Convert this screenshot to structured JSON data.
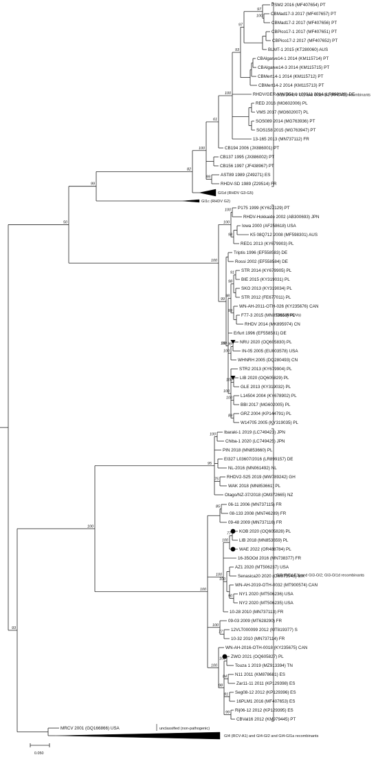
{
  "leaves": [
    "PSM2 2016 (MF407654) PT",
    "CBMad17-3 2017 (MF407657) PT",
    "CBMad17-2 2017 (MF407656) PT",
    "CBPico17-1 2017 (MF407651) PT",
    "CBPico17-2 2017 (MF407652) PT",
    "BLMT-1 2015 (KT280060) AUS",
    "CBAlgarve14-1 2014 (KM115714) PT",
    "CBAlgarve14-3 2014 (KM115715) PT",
    "CBMert14-1 2014 (KM115712) PT",
    "CBMert14-2 2014 (KM115713) PT",
    "RHDV/GER-NW/D51-1 L00911 2014 (LR899189) DE",
    "RED 2016 (MG602006) PL",
    "VMS 2017 (MG602007) PL",
    "SOS089 2014 (MG763936) PT",
    "SOS158 2015 (MG763947) PT",
    "13-165 2013 (MN737112) FR",
    "CB194 2006 (JX886001) PT",
    "CB137 1995 (JX886002) PT",
    "CB156 1997 (JF438967) PT",
    "AST89 1989 (Z49271) ES",
    "RHDV-SD 1989 (Z29514) FR",
    "P175 1999 (KY622129) PT",
    "RHDV-Hokkaido 2002 (AB300693) JPN",
    "Iowa 2000 (AF258618) USA",
    "K5 08Q712 2008 (MF598301) AUS",
    "RED1 2013 (KY679903) PL",
    "Triptis 1996 (EF558583) DE",
    "Rossi 2002 (EF558584) DE",
    "STR 2014 (KY679905) PL",
    "BIE 2015 (KY319031) PL",
    "SKO 2013 (KY319034) PL",
    "STR 2012 (FE677011) PL",
    "WN-AH-2011-OTH-026 (KY235676) CAN",
    "F77-3 2015 (MN853658) PL",
    "RHDV 2014 (MK895974) CN",
    "Erfurt 1996 (EF558581) DE",
    "NRU 2020 (OQ605830) PL",
    "IN-05 2005 (EU003578) USA",
    "WHNRH 2005 (DQ280493) CN",
    "STR2 2013 (KY679904) PL",
    "LIB 2020 (OQ605829) PL",
    "GLE 2013 (KY319032) PL",
    "L14504 2004 (KY678902) PL",
    "BBI 2017 (MG602005) PL",
    "GRZ 2004 (KP144791) PL",
    "W14705 2005 (KY319035) PL",
    "Ibaraki-1 2019 (LC749423) JPN",
    "Chiba-1 2020 (LC749425) JPN",
    "PIN 2018 (MN853660) PL",
    "EI327 L03607/2016 (LR899157) DE",
    "NL-2016 (MN061492) NL",
    "RHDV2-S25 2019 (MW789242) GH",
    "WAK 2018 (MN853661) PL",
    "Otago/NZ-37/2018 (OM372665) NZ",
    "06-11 2006 (MN737115) FR",
    "08-133 2008 (MN746289) FR",
    "09-48 2009 (MN737116) FR",
    "KOB 2020 (OQ605828) PL",
    "LIB 2018 (MN853659) PL",
    "WAE 2022 (OR488784) PL",
    "16-35OOd 2016 (MN738377) FR",
    "AZ1 2020 (MT506237) USA",
    "Senasica20 2020 (OM973948) MX",
    "WN-AH-2019-OTH-0032 (MT900574) CAN",
    "NY1 2020 (MT506236) USA",
    "NY2 2020 (MT506235) USA",
    "10-28 2010 (MN737113) FR",
    "09-03 2009 (MT628290) FR",
    "12VLT000099 2012 (MT819377) S",
    "10-32 2010 (MN737114) FR",
    "WN-AH-2016-OTH-0018 (KY235675) CAN",
    "ZWO 2021 (OQ605827) PL",
    "Touza 1 2019 (MZ913394) TN",
    "N11 2011 (KM878681) ES",
    "Zar11-11 2011 (KP129398) ES",
    "Seg08-12 2012 (KP129396) ES",
    "16PLM1 2016 (MF407653) ES",
    "Rij06-12 2012 (KP129395) ES",
    "CBVal16 2012 (KM979445) PT",
    "MRCV 2001 (GQ166866) USA"
  ],
  "collapsed": [
    "GI1d (RHDV G3-G5)",
    "GI1c (RHDV G2)"
  ],
  "clades": [
    "GI1b (RHDV G1) and GI1b-GI2 (RHDV2) recombinants",
    "GI1a (RHDVa)",
    "GI3 (RCV-E1) and GI3-GI2; GI3-GI1d recombinants",
    "unclassified (non-pathogenic)",
    "GI4 (RCV-A1) and GI4-GI2 and GI4-GI1a recombinants"
  ],
  "bootstrap": [
    "93",
    "97",
    "100",
    "100",
    "98",
    "100",
    "100",
    "100",
    "100",
    "100",
    "100",
    "98",
    "99",
    "98",
    "97",
    "100",
    "99",
    "99",
    "61",
    "100",
    "99",
    "100",
    "100",
    "91",
    "100",
    "100",
    "89",
    "85",
    "75",
    "100",
    "100",
    "100",
    "77",
    "100",
    "100",
    "90",
    "100",
    "77",
    "100",
    "98",
    "84",
    "81",
    "99",
    "100",
    "82",
    "95",
    "99",
    "50",
    "100",
    "100",
    "100"
  ],
  "scale_bar": "0.050",
  "markers": {
    "triangle": [
      "NRU 2020 (OQ605830) PL",
      "LIB 2020 (OQ605829) PL"
    ],
    "circle": [
      "KOB 2020 (OQ605828) PL",
      "WAE 2022 (OR488784) PL",
      "ZWO 2021 (OQ605827) PL"
    ]
  },
  "colors": {
    "line": "#222222",
    "text": "#111111",
    "background": "#ffffff"
  }
}
